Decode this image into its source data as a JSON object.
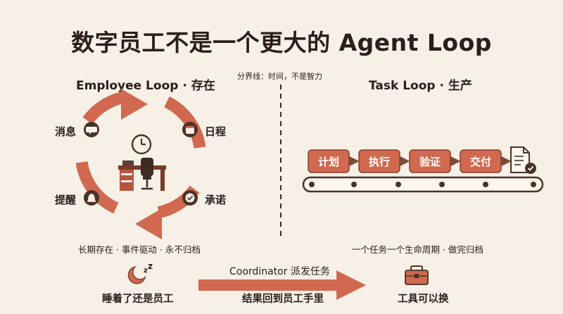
{
  "title": "数字员工不是一个更大的 Agent Loop",
  "left": {
    "heading": "Employee Loop · 存在",
    "nodes": {
      "messages": "消息",
      "schedule": "日程",
      "reminders": "提醒",
      "commitments": "承诺"
    },
    "caption": "长期存在 · 事件驱动 · 永不归档"
  },
  "divider": {
    "label": "分界线：时间，不是智力"
  },
  "right": {
    "heading": "Task Loop · 生产",
    "steps": [
      "计划",
      "执行",
      "验证",
      "交付"
    ],
    "caption": "一个任务一个生命周期 · 做完归档"
  },
  "bottom": {
    "sleep_label": "睡着了还是员工",
    "arrow_top": "Coordinator 派发任务",
    "arrow_bottom": "结果回到员工手里",
    "tools_label": "工具可以换"
  },
  "colors": {
    "background": "#f6f0e6",
    "accent": "#d0694f",
    "accent_dark": "#8a3f2c",
    "text": "#2a1f1a",
    "icon_dark": "#4a3228"
  }
}
